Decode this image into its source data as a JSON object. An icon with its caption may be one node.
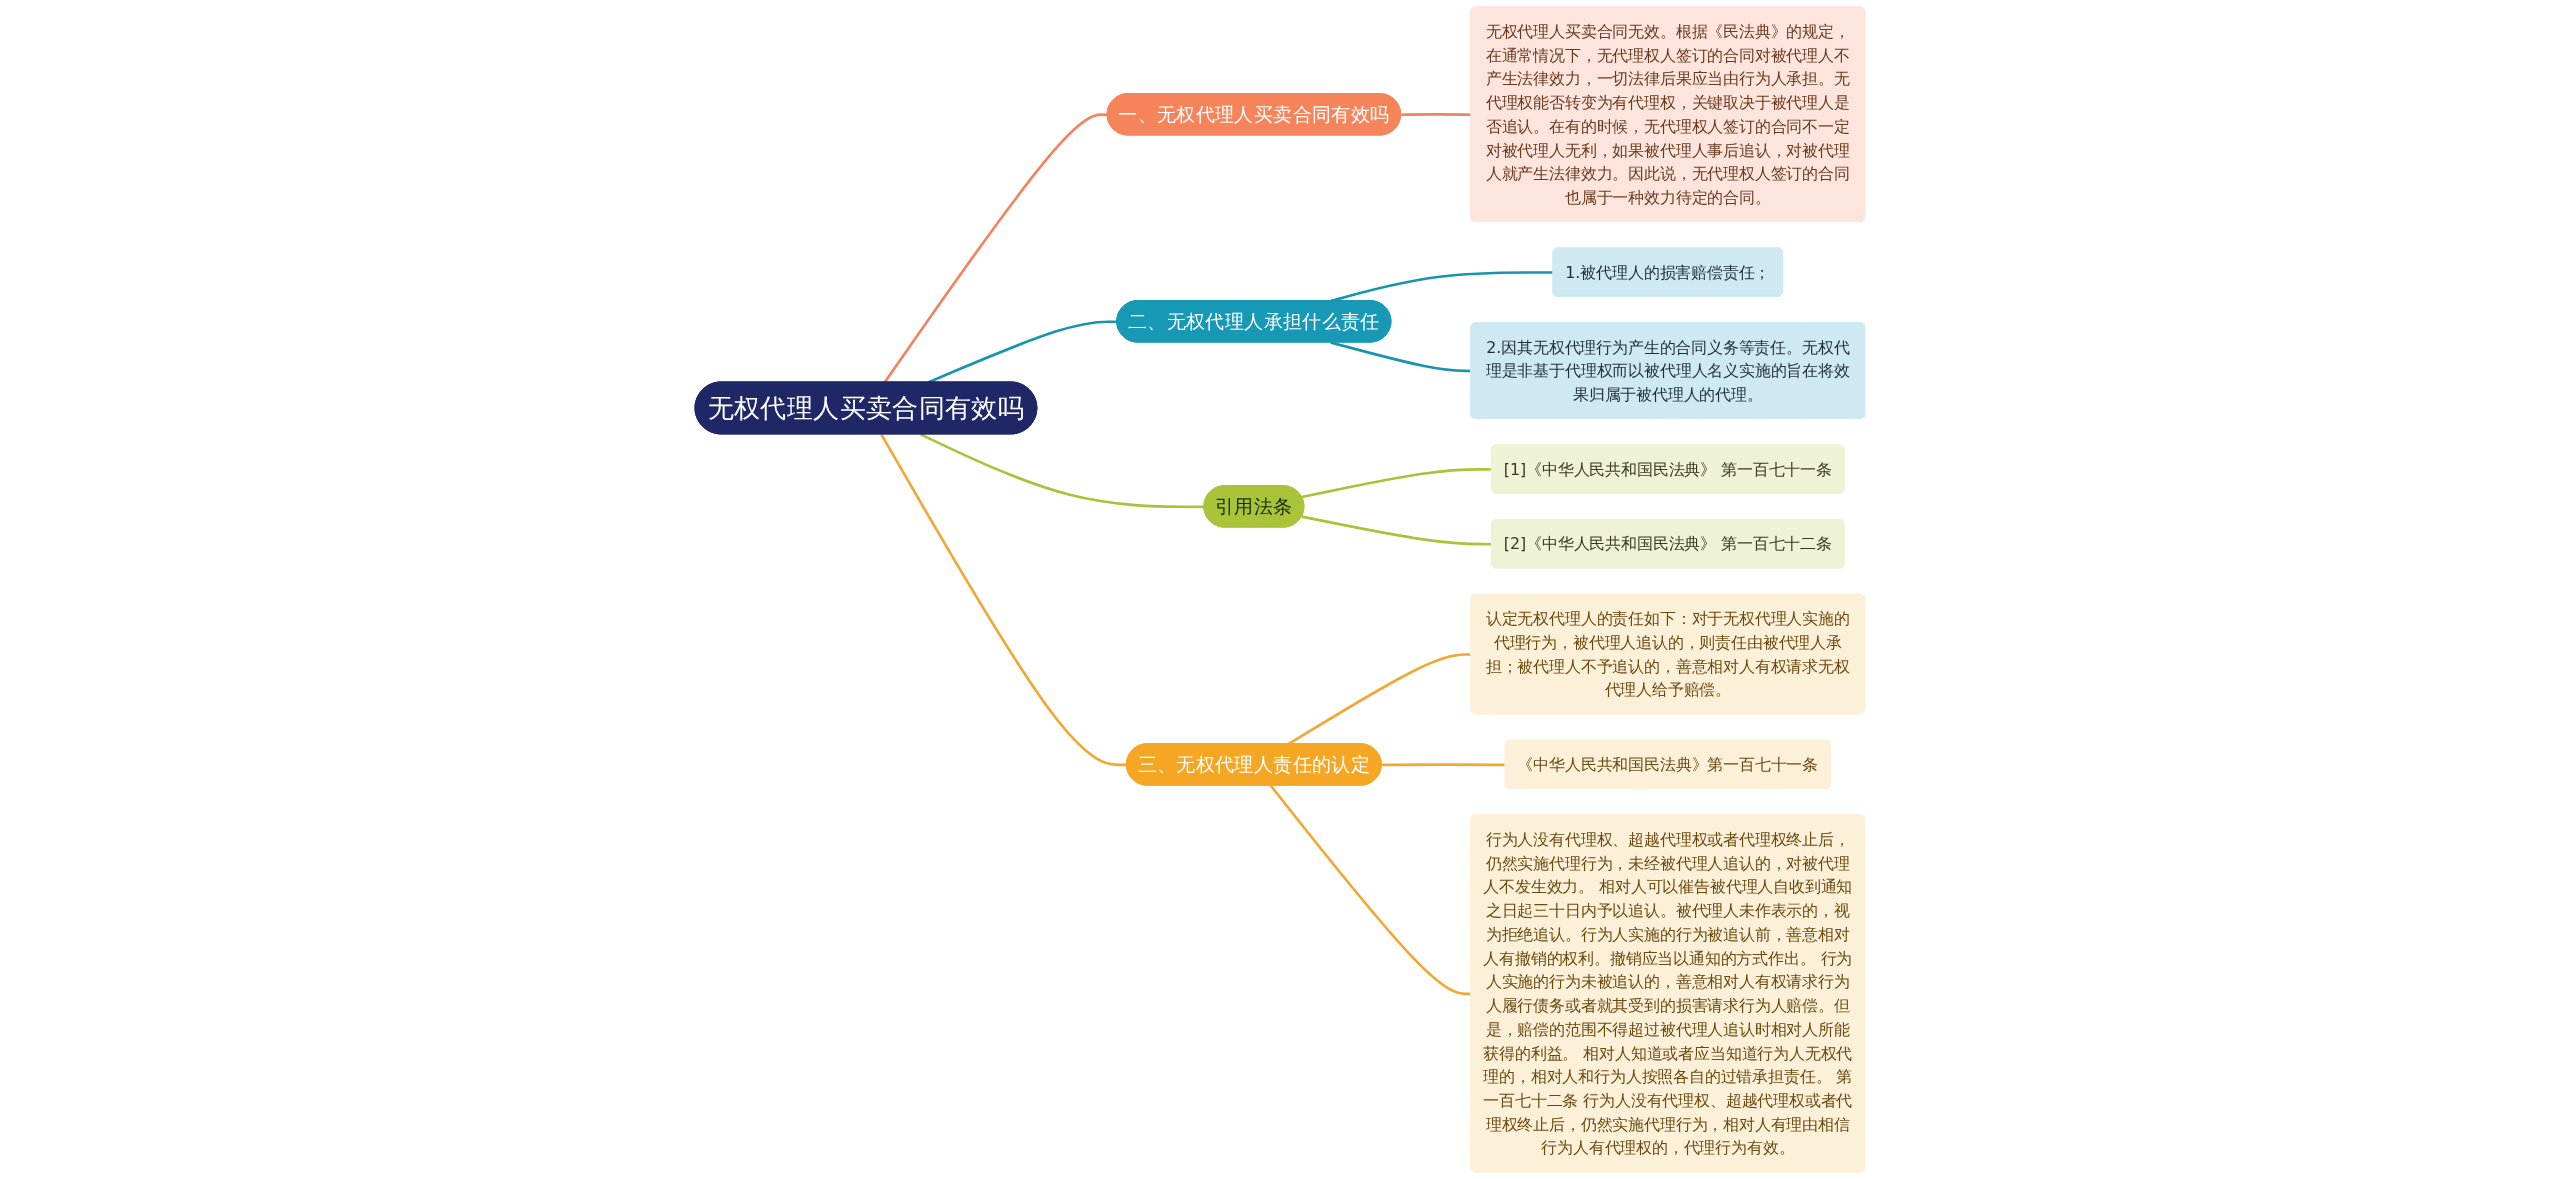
{
  "diagram": {
    "nodes": [
      {
        "text": [
          "无权代理人买卖合同有效吗"
        ]
      },
      {
        "text": [
          "一、无权代理人买卖合同有效吗"
        ]
      },
      {
        "text": [
          "无权代理人买卖合同无效。根据《民法典》的规定，在通常情况下，无代理权人签订的合同对被代理人不产生法律效力，一切法律后果应当由行为人承担。无代理权能否转变为有代理权，关键取决于被代理人是否追认。在有的时候，无代理权人签订的合同不一定对被代理人无利，如果被代理人事后追认，对被代理人就产生法律效力。因此说，无代理权人签订的合同也属于一种效力待定的合同。"
        ]
      },
      {
        "text": [
          "二、无权代理人承担什么责任"
        ]
      },
      {
        "text": [
          "1.被代理人的损害赔偿责任；"
        ]
      },
      {
        "text": [
          "2.因其无权代理行为产生的合同义务等责任。无权代理是非基于代理权而以被代理人名义实施的旨在将效果归属于被代理人的代理。"
        ]
      },
      {
        "text": [
          "引用法条"
        ]
      },
      {
        "text": [
          "[1]《中华人民共和国民法典》 第一百七十一条"
        ]
      },
      {
        "text": [
          "[2]《中华人民共和国民法典》 第一百七十二条"
        ]
      },
      {
        "text": [
          "三、无权代理人责任的认定"
        ]
      },
      {
        "text": [
          "认定无权代理人的责任如下：对于无权代理人实施的代理行为，被代理人追认的，则责任由被代理人承担；被代理人不予追认的，善意相对人有权请求无权代理人给予赔偿。"
        ]
      },
      {
        "text": [
          "《中华人民共和国民法典》第一百七十一条"
        ]
      },
      {
        "text": [
          "行为人没有代理权、超越代理权或者代理权终止后，仍然实施代理行为，未经被代理人追认的，对被代理人不发生效力。 相对人可以催告被代理人自收到通知之日起三十日内予以追认。被代理人未作表示的，视为拒绝追认。行为人实施的行为被追认前，善意相对人有撤销的权利。撤销应当以通知的方式作出。 行为人实施的行为未被追认的，善意相对人有权请求行为人履行债务或者就其受到的损害请求行为人赔偿。但是，赔偿的范围不得超过被代理人追认时相对人所能获得的利益。 相对人知道或者应当知道行为人无权代理的，相对人和行为人按照各自的过错承担责任。 第一百七十二条 行为人没有代理权、超越代理权或者代理权终止后，仍然实施代理行为，相对人有理由相信行为人有代理权的，代理行为有效。"
        ]
      }
    ],
    "edges": [
      {
        "from": 0,
        "to": 1,
        "arrow": "none",
        "color": "#f0845c"
      },
      {
        "from": 1,
        "to": 2,
        "arrow": "none",
        "color": "#f0845c"
      },
      {
        "from": 0,
        "to": 3,
        "arrow": "none",
        "color": "#1a93ad"
      },
      {
        "from": 3,
        "to": 4,
        "arrow": "none",
        "color": "#1a93ad"
      },
      {
        "from": 3,
        "to": 5,
        "arrow": "none",
        "color": "#1a93ad"
      },
      {
        "from": 0,
        "to": 6,
        "arrow": "none",
        "color": "#a9c23a"
      },
      {
        "from": 6,
        "to": 7,
        "arrow": "none",
        "color": "#a9c23a"
      },
      {
        "from": 6,
        "to": 8,
        "arrow": "none",
        "color": "#a9c23a"
      },
      {
        "from": 0,
        "to": 9,
        "arrow": "none"
      },
      {
        "from": 9,
        "to": 10,
        "arrow": "none"
      },
      {
        "from": 9,
        "to": 11,
        "arrow": "none"
      },
      {
        "from": 9,
        "to": 12,
        "arrow": "none"
      }
    ]
  }
}
